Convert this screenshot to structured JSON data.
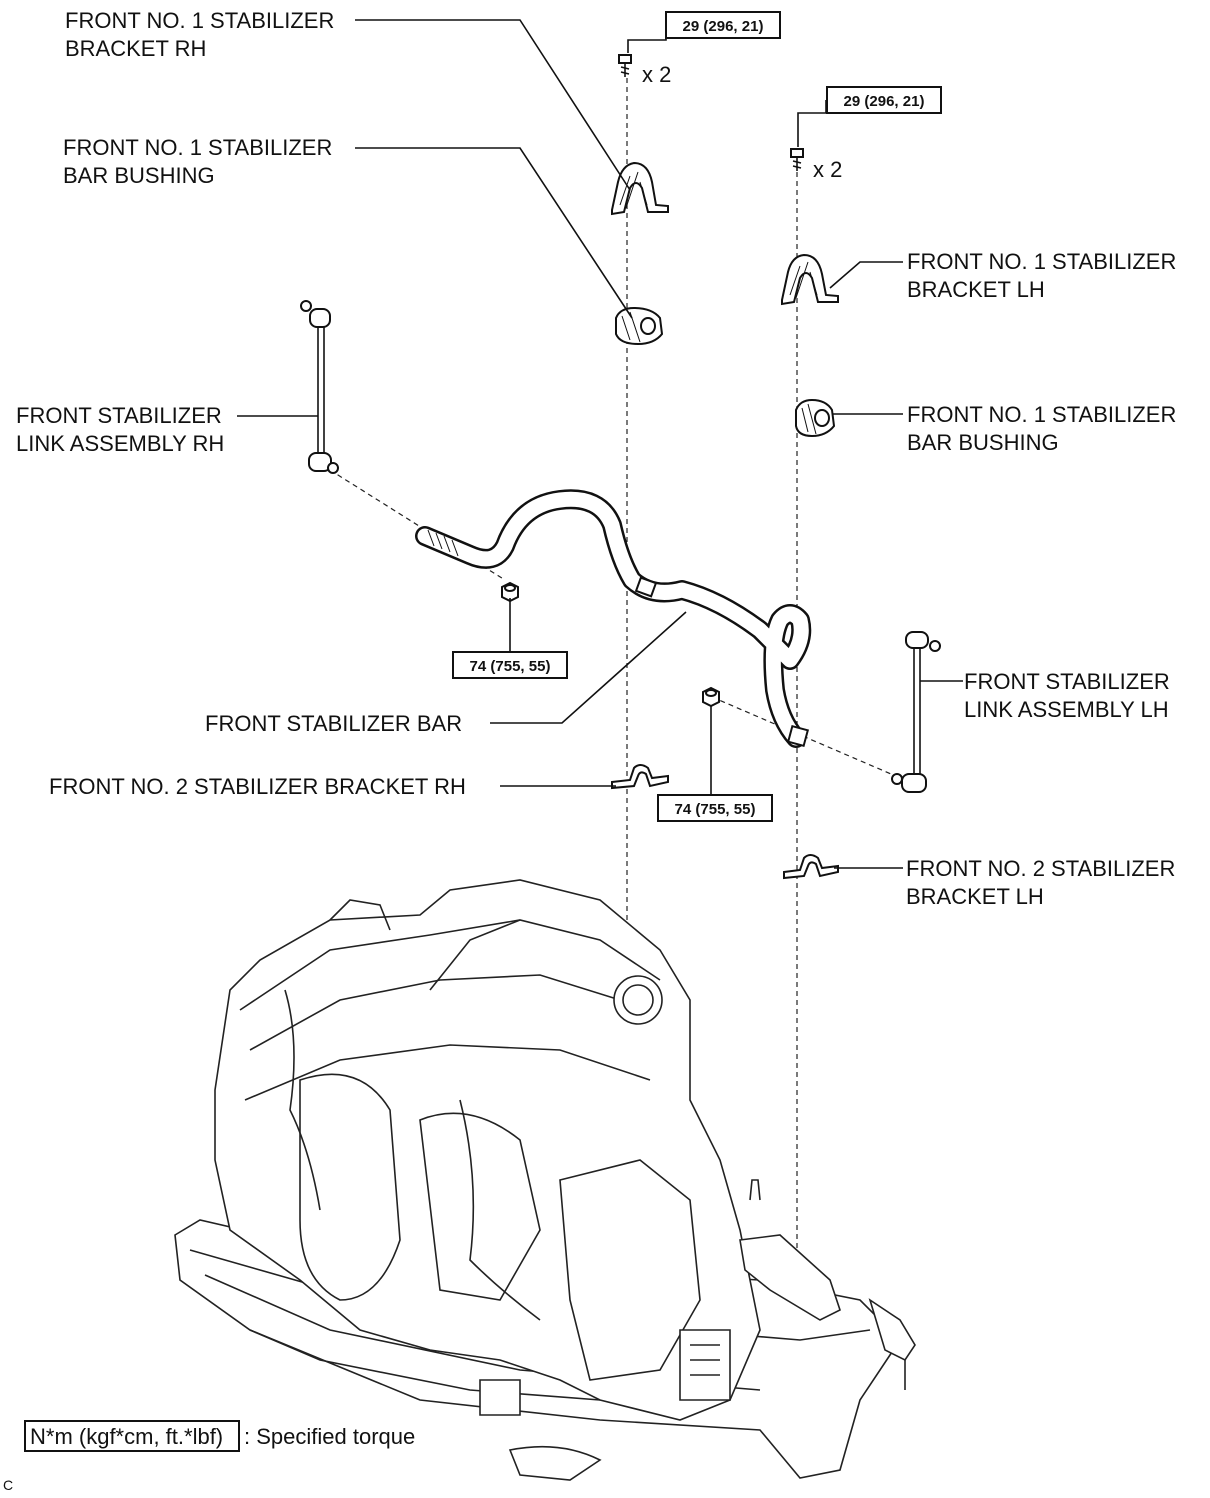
{
  "labels": {
    "bracket_rh_1": "FRONT NO. 1 STABILIZER",
    "bracket_rh_2": "BRACKET RH",
    "bushing_rh_1": "FRONT NO. 1 STABILIZER",
    "bushing_rh_2": "BAR BUSHING",
    "bracket_lh_1": "FRONT NO. 1 STABILIZER",
    "bracket_lh_2": "BRACKET LH",
    "bushing_lh_1": "FRONT NO. 1 STABILIZER",
    "bushing_lh_2": "BAR BUSHING",
    "link_rh_1": "FRONT STABILIZER",
    "link_rh_2": "LINK ASSEMBLY RH",
    "link_lh_1": "FRONT STABILIZER",
    "link_lh_2": "LINK ASSEMBLY LH",
    "stab_bar": "FRONT STABILIZER BAR",
    "no2_bracket_rh": "FRONT NO. 2 STABILIZER BRACKET RH",
    "no2_bracket_lh_1": "FRONT NO. 2 STABILIZER",
    "no2_bracket_lh_2": "BRACKET LH"
  },
  "torques": {
    "bolt_rh": "29 (296, 21)",
    "bolt_lh": "29 (296, 21)",
    "nut_rh": "74 (755, 55)",
    "nut_lh": "74 (755, 55)"
  },
  "quantities": {
    "bolt_rh": "x 2",
    "bolt_lh": "x 2"
  },
  "legend": {
    "unit": "N*m (kgf*cm, ft.*lbf)",
    "text": ": Specified torque"
  },
  "figure_code": "C"
}
